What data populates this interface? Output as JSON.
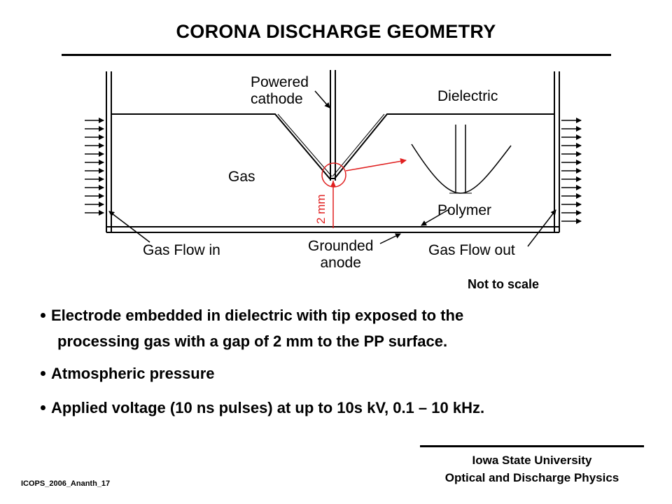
{
  "slide": {
    "title": "CORONA DISCHARGE GEOMETRY",
    "slide_id": "ICOPS_2006_Ananth_17"
  },
  "diagram": {
    "labels": {
      "powered_cathode": "Powered\ncathode",
      "dielectric": "Dielectric",
      "gas": "Gas",
      "polymer": "Polymer",
      "gas_flow_in": "Gas Flow in",
      "grounded_anode": "Grounded\nanode",
      "gas_flow_out": "Gas Flow out",
      "gap": "2 mm"
    },
    "note": "Not to scale",
    "colors": {
      "line": "#000000",
      "highlight": "#e02020",
      "background": "#ffffff"
    }
  },
  "bullets": [
    {
      "text": "Electrode embedded in dielectric with tip exposed to the",
      "continuation": "processing gas with a gap of 2 mm to the PP surface."
    },
    {
      "text": "Atmospheric pressure"
    },
    {
      "text": "Applied voltage (10 ns pulses) at up to 10s kV, 0.1 – 10 kHz."
    }
  ],
  "footer": {
    "line1": "Iowa State University",
    "line2": "Optical and Discharge Physics"
  }
}
